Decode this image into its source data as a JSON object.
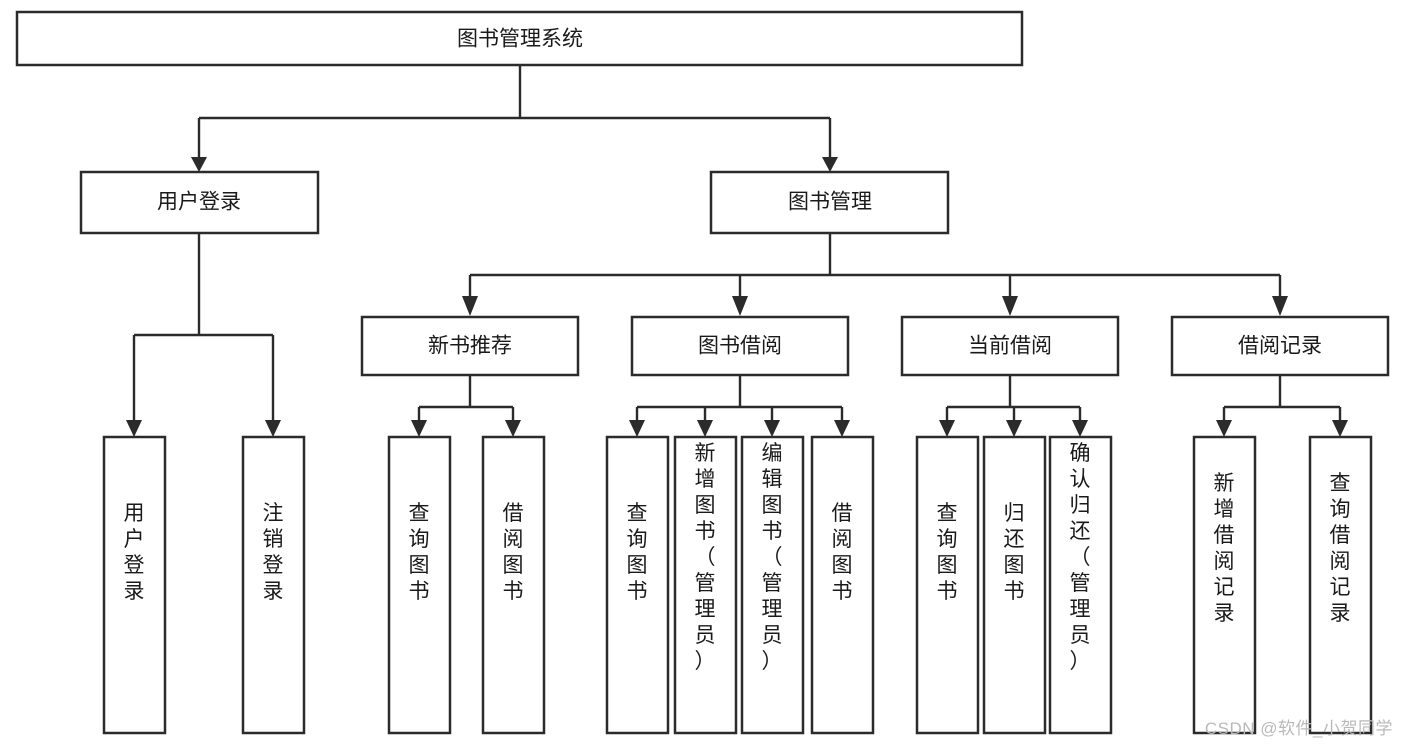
{
  "diagram": {
    "type": "tree-hierarchy-diagram",
    "title": "图书管理系统",
    "watermark": "CSDN @软件_小贺同学",
    "colors": {
      "box_stroke": "#2b2b2b",
      "box_fill": "#ffffff",
      "connector": "#2b2b2b",
      "text": "#1a1a1a",
      "watermark": "#b9b9b9",
      "background": "#ffffff"
    },
    "levels": {
      "root": {
        "label": "图书管理系统",
        "orientation": "horizontal"
      },
      "level2": [
        {
          "id": "user-login",
          "label": "用户登录",
          "orientation": "horizontal"
        },
        {
          "id": "book-management",
          "label": "图书管理",
          "orientation": "horizontal"
        }
      ],
      "level3": [
        {
          "id": "new-book-recommend",
          "label": "新书推荐",
          "orientation": "horizontal",
          "parent": "book-management"
        },
        {
          "id": "book-borrow",
          "label": "图书借阅",
          "orientation": "horizontal",
          "parent": "book-management"
        },
        {
          "id": "current-borrow",
          "label": "当前借阅",
          "orientation": "horizontal",
          "parent": "book-management"
        },
        {
          "id": "borrow-record",
          "label": "借阅记录",
          "orientation": "horizontal",
          "parent": "book-management"
        }
      ],
      "leaves": [
        {
          "id": "leaf-user-login",
          "label": "用户登录",
          "orientation": "vertical",
          "parent": "user-login"
        },
        {
          "id": "leaf-user-logout",
          "label": "注销登录",
          "orientation": "vertical",
          "parent": "user-login"
        },
        {
          "id": "leaf-query-book-1",
          "label": "查询图书",
          "orientation": "vertical",
          "parent": "new-book-recommend"
        },
        {
          "id": "leaf-borrow-book-1",
          "label": "借阅图书",
          "orientation": "vertical",
          "parent": "new-book-recommend"
        },
        {
          "id": "leaf-query-book-2",
          "label": "查询图书",
          "orientation": "vertical",
          "parent": "book-borrow"
        },
        {
          "id": "leaf-add-book",
          "label": "新增图书（管理员）",
          "orientation": "vertical",
          "parent": "book-borrow"
        },
        {
          "id": "leaf-edit-book",
          "label": "编辑图书（管理员）",
          "orientation": "vertical",
          "parent": "book-borrow"
        },
        {
          "id": "leaf-borrow-book-2",
          "label": "借阅图书",
          "orientation": "vertical",
          "parent": "book-borrow"
        },
        {
          "id": "leaf-query-book-3",
          "label": "查询图书",
          "orientation": "vertical",
          "parent": "current-borrow"
        },
        {
          "id": "leaf-return-book",
          "label": "归还图书",
          "orientation": "vertical",
          "parent": "current-borrow"
        },
        {
          "id": "leaf-confirm-return",
          "label": "确认归还（管理员）",
          "orientation": "vertical",
          "parent": "current-borrow"
        },
        {
          "id": "leaf-add-record",
          "label": "新增借阅记录",
          "orientation": "vertical",
          "parent": "borrow-record"
        },
        {
          "id": "leaf-query-record",
          "label": "查询借阅记录",
          "orientation": "vertical",
          "parent": "borrow-record"
        }
      ]
    }
  }
}
